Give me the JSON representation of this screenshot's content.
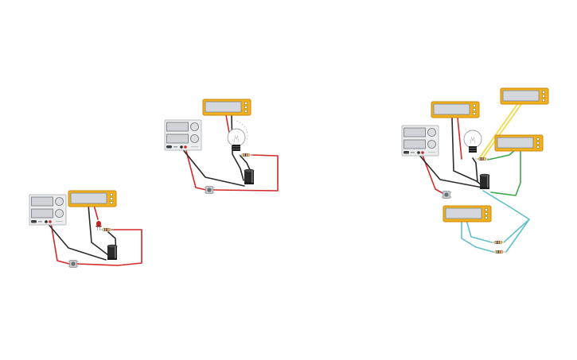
{
  "colors": {
    "wire_red": "#d22a2a",
    "wire_black": "#2b2b2b",
    "wire_yellow": "#f2d94a",
    "wire_green": "#3aa84a",
    "wire_teal": "#5fc0c8",
    "multimeter": "#f2b01e",
    "power_supply": "#ecedee"
  },
  "circuits": [
    {
      "name": "circuit-led",
      "components": [
        "power-supply",
        "multimeter",
        "led",
        "resistor",
        "capacitor",
        "pushbutton"
      ]
    },
    {
      "name": "circuit-bulb",
      "components": [
        "power-supply",
        "multimeter",
        "light-bulb",
        "resistor",
        "capacitor",
        "pushbutton"
      ]
    },
    {
      "name": "circuit-full",
      "components": [
        "power-supply",
        "multimeter",
        "multimeter",
        "multimeter",
        "multimeter",
        "light-bulb",
        "resistor",
        "resistor",
        "resistor",
        "capacitor",
        "pushbutton"
      ]
    }
  ]
}
